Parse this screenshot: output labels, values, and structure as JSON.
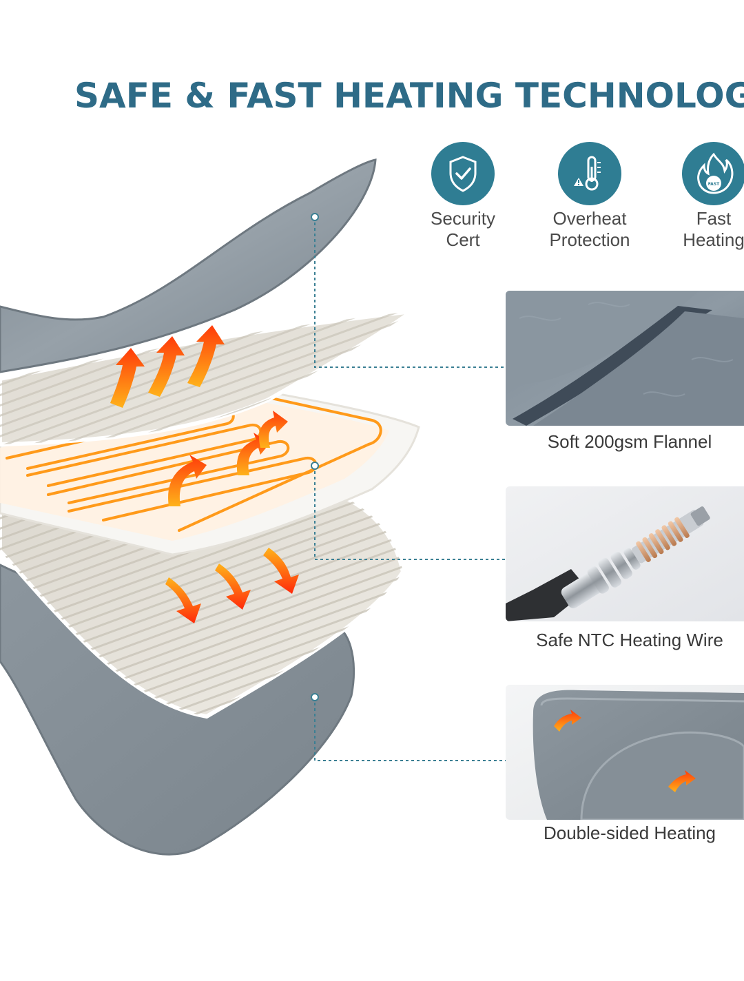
{
  "header": {
    "title": "SAFE & FAST HEATING TECHNOLOGY"
  },
  "badges": [
    {
      "icon": "shield-check-icon",
      "label": "Security\nCert"
    },
    {
      "icon": "thermometer-warning-icon",
      "label": "Overheat\nProtection"
    },
    {
      "icon": "flame-fast-icon",
      "label": "Fast\nHeating",
      "inner_text": "FAST"
    }
  ],
  "features": [
    {
      "caption": "Soft 200gsm Flannel"
    },
    {
      "caption": "Safe NTC Heating Wire"
    },
    {
      "caption": "Double-sided Heating"
    }
  ],
  "colors": {
    "title": "#2e6b87",
    "badge": "#2f7d93",
    "connector": "#3a7f93",
    "fabric": "#8a949c",
    "heat": "#ff6a1a"
  }
}
